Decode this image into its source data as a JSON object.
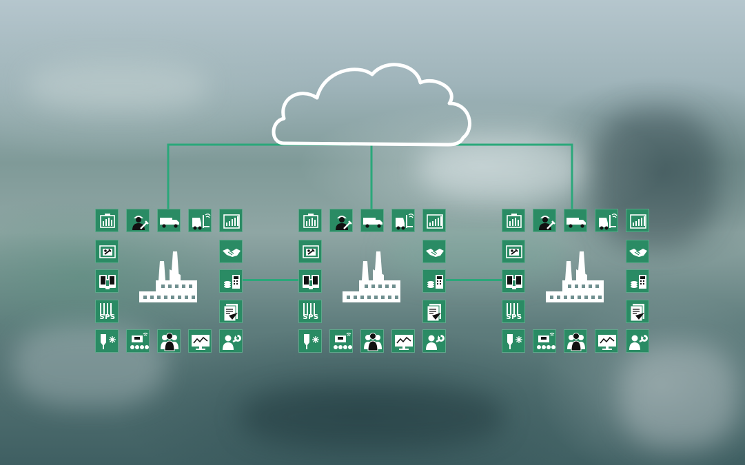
{
  "colors": {
    "tile": "#2a8b64",
    "connector": "#2aa87a",
    "cloud_outline": "#ffffff",
    "factory": "#ffffff"
  },
  "cloud": {
    "icon": "cloud-icon"
  },
  "plants": [
    {
      "name": "plant-1",
      "icon": "factory-icon"
    },
    {
      "name": "plant-2",
      "icon": "factory-icon"
    },
    {
      "name": "plant-3",
      "icon": "factory-icon"
    }
  ],
  "tiles": [
    {
      "name": "bar-chart-window",
      "icon": "bar-chart-icon"
    },
    {
      "name": "worker-with-wrench",
      "icon": "worker-icon"
    },
    {
      "name": "delivery-truck",
      "icon": "truck-icon"
    },
    {
      "name": "forklift",
      "icon": "forklift-icon"
    },
    {
      "name": "signal-bars-window",
      "icon": "signal-bars-icon"
    },
    {
      "name": "screen-tools",
      "icon": "tools-screen-icon"
    },
    {
      "name": "handshake",
      "icon": "handshake-icon"
    },
    {
      "name": "mobile-devices",
      "icon": "mobile-devices-icon"
    },
    {
      "name": "coins-calculator",
      "icon": "coins-calculator-icon"
    },
    {
      "name": "sps-controller",
      "icon": "sps-icon",
      "text": "SPS"
    },
    {
      "name": "documents-checkmark",
      "icon": "documents-icon"
    },
    {
      "name": "sensor-probe",
      "icon": "sensor-icon"
    },
    {
      "name": "conveyor-robot",
      "icon": "robot-icon"
    },
    {
      "name": "people-group",
      "icon": "people-icon"
    },
    {
      "name": "monitor-graph",
      "icon": "monitor-graph-icon"
    },
    {
      "name": "technician-wrench",
      "icon": "technician-icon"
    }
  ]
}
